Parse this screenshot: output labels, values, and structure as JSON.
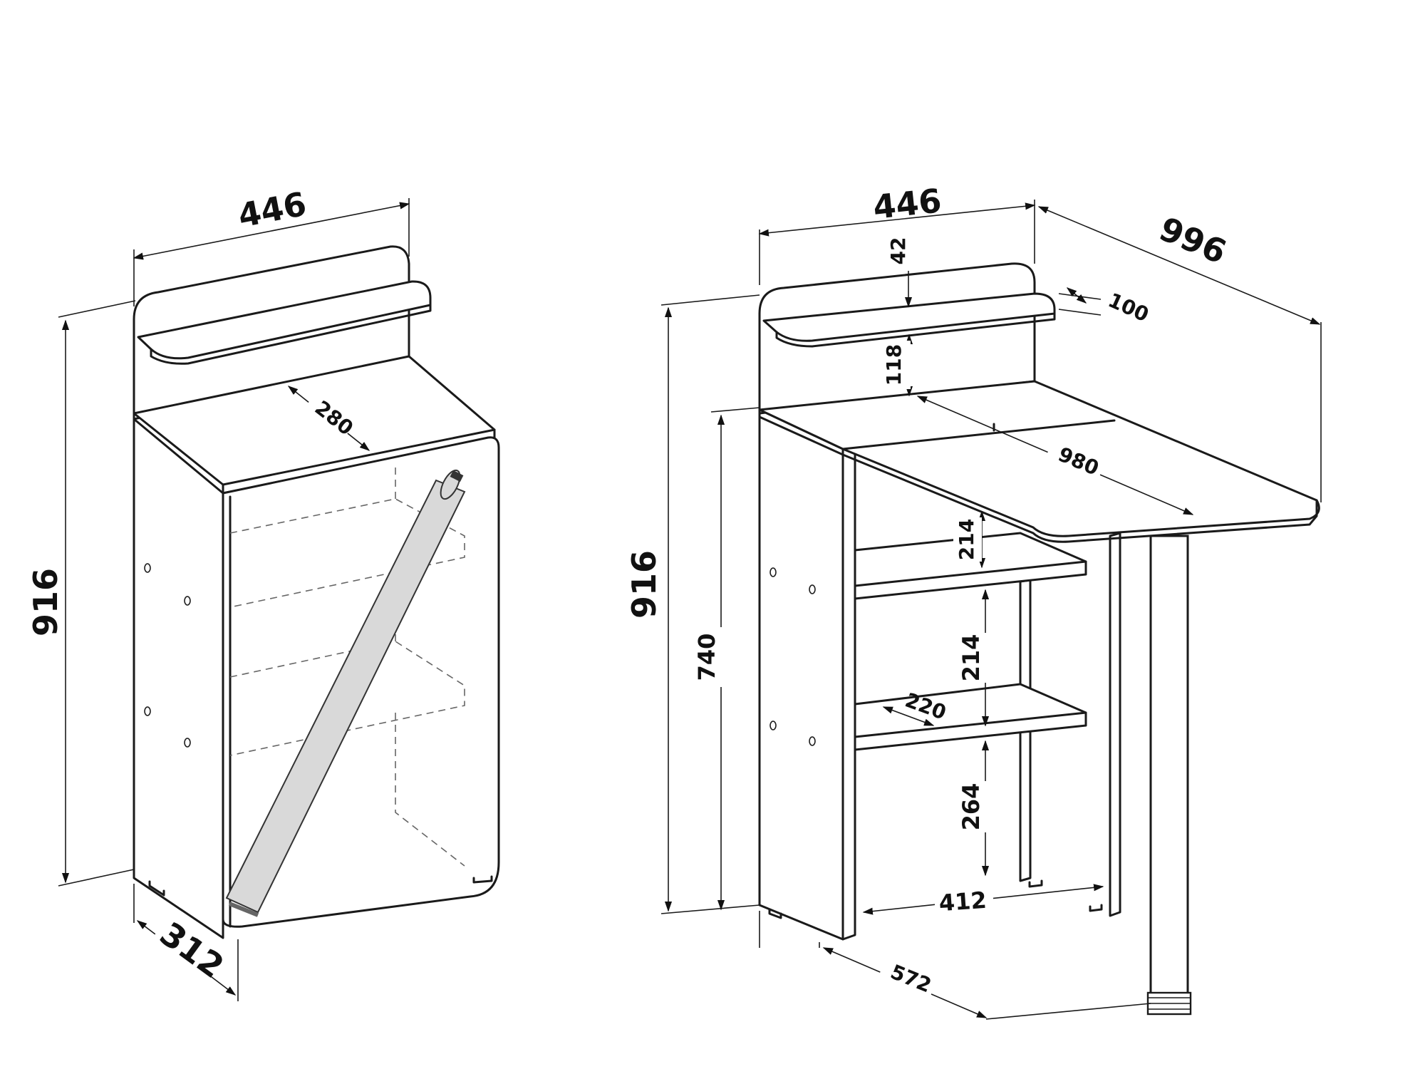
{
  "left_view": {
    "width": "446",
    "height": "916",
    "depth": "312",
    "inner_depth": "280"
  },
  "right_view": {
    "width": "446",
    "depth": "996",
    "height": "916",
    "table_height": "740",
    "upper_shelf_thickness": "42",
    "upper_shelf_depth": "100",
    "upper_gap": "118",
    "tabletop_length": "980",
    "shelf_gap_1": "214",
    "shelf_gap_2": "214",
    "bottom_gap": "264",
    "shelf_depth": "220",
    "inner_width": "412",
    "base_depth": "572"
  }
}
